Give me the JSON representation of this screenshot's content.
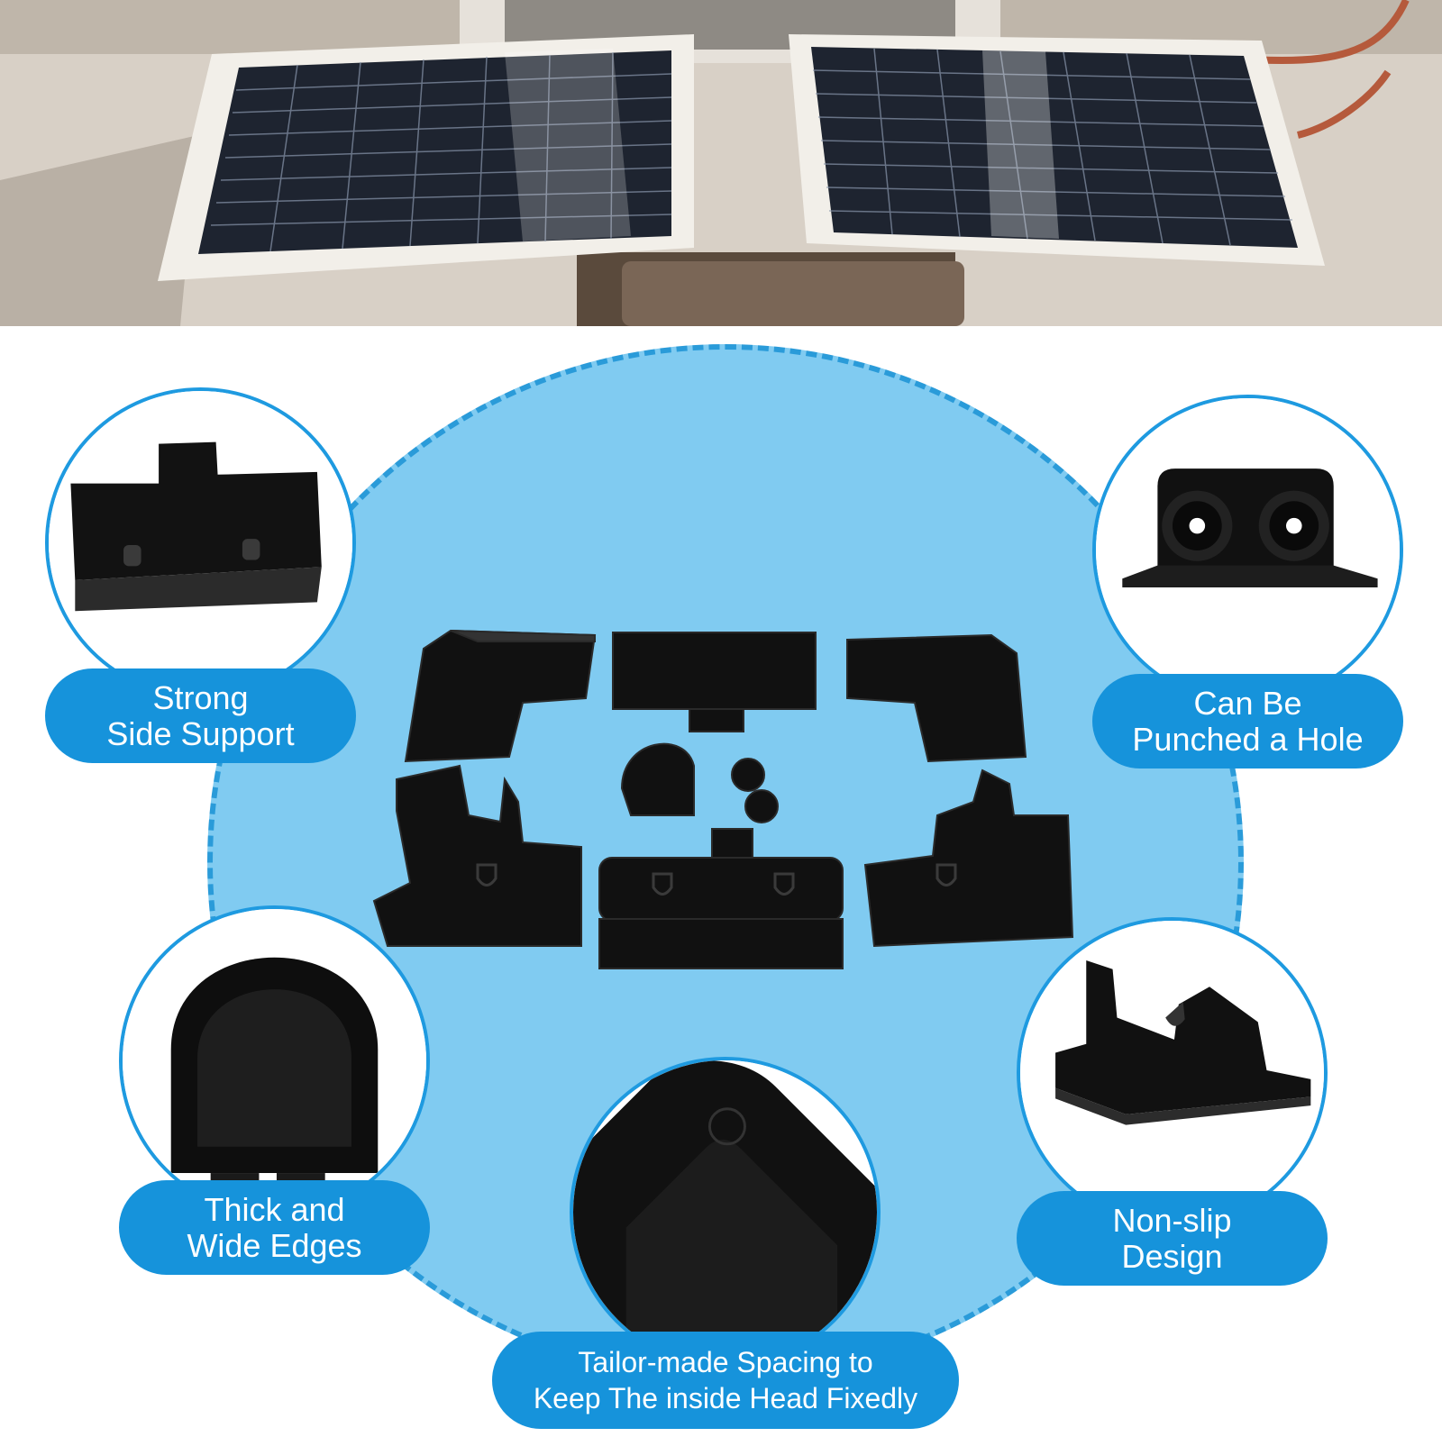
{
  "features": {
    "strong_side_support": {
      "line1": "Strong",
      "line2": "Side Support"
    },
    "punched_hole": {
      "line1": "Can Be",
      "line2": "Punched a Hole"
    },
    "thick_edges": {
      "line1": "Thick and",
      "line2": "Wide Edges"
    },
    "non_slip": {
      "line1": "Non-slip",
      "line2": "Design"
    },
    "spacing": {
      "line1": "Tailor-made Spacing to",
      "line2": "Keep The inside Head Fixedly"
    }
  },
  "colors": {
    "accent_blue": "#1693db",
    "circle_fill": "#80cbf1",
    "product_black": "#111111"
  },
  "icons": {
    "top_photo": "rv-roof-solar-panels-photo",
    "center_products": "solar-panel-mounting-bracket-set"
  }
}
